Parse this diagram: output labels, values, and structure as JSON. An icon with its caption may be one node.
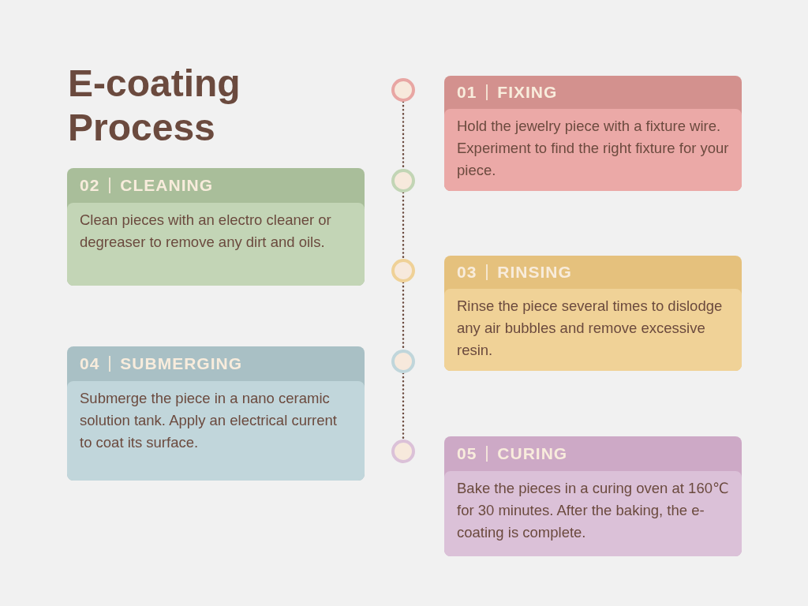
{
  "diagram": {
    "title": "E-coating Process",
    "nodes": [
      {
        "text": [
          "01",
          "FIXING",
          "Hold the jewelry piece with a fixture wire. Experiment to find the right fixture for your piece."
        ]
      },
      {
        "text": [
          "02",
          "CLEANING",
          "Clean pieces with an electro cleaner or degreaser to remove any dirt and oils."
        ]
      },
      {
        "text": [
          "03",
          "RINSING",
          "Rinse the piece several times to dislodge any air bubbles and remove excessive resin."
        ]
      },
      {
        "text": [
          "04",
          "SUBMERGING",
          "Submerge the piece in a nano ceramic solution tank. Apply an electrical current to coat its surface."
        ]
      },
      {
        "text": [
          "05",
          "CURING",
          "Bake the pieces in a curing oven at 160℃ for 30 minutes. After the baking, the e-coating is complete."
        ]
      },
      {
        "text": [],
        "shape": "circle"
      },
      {
        "text": [],
        "shape": "circle"
      },
      {
        "text": [],
        "shape": "circle"
      },
      {
        "text": [],
        "shape": "circle"
      },
      {
        "text": [],
        "shape": "circle"
      }
    ],
    "edges": [
      {
        "from": 5,
        "to": 6,
        "arrow": "none",
        "style": "dashed"
      },
      {
        "from": 6,
        "to": 7,
        "arrow": "none",
        "style": "dashed"
      },
      {
        "from": 7,
        "to": 8,
        "arrow": "none",
        "style": "dashed"
      },
      {
        "from": 8,
        "to": 9,
        "arrow": "none",
        "style": "dashed"
      }
    ]
  }
}
